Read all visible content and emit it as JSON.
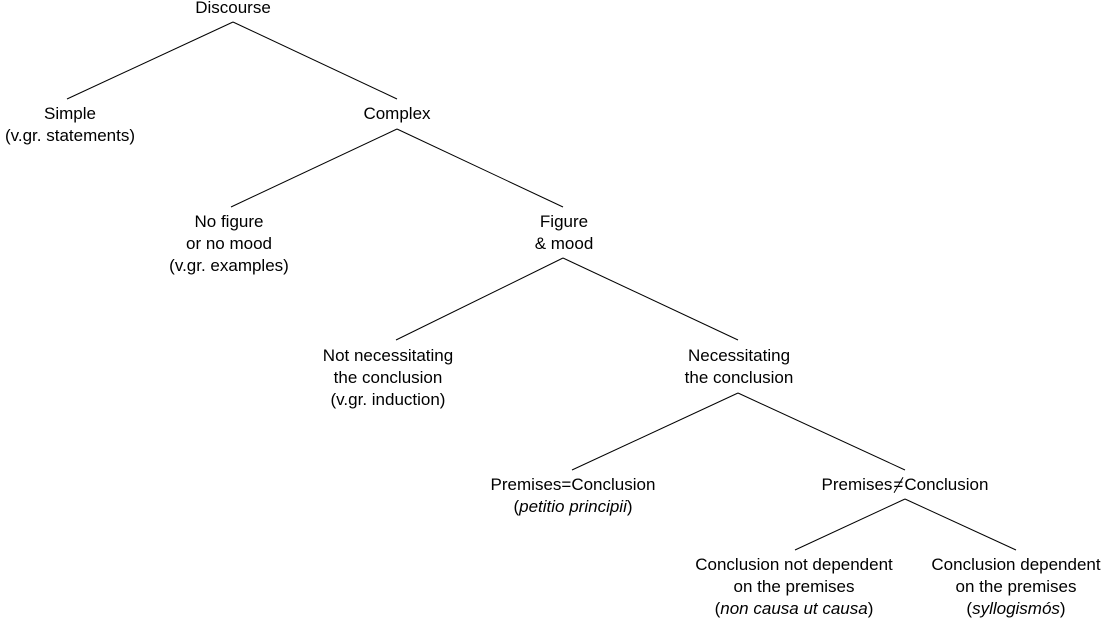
{
  "diagram": {
    "discourse": {
      "label": "Discourse"
    },
    "simple": {
      "label": "Simple",
      "note": "(v.gr. statements)"
    },
    "complex": {
      "label": "Complex"
    },
    "no_figure": {
      "line1": "No figure",
      "line2": "or no mood",
      "note": "(v.gr. examples)"
    },
    "figure_mood": {
      "line1": "Figure",
      "line2": "& mood"
    },
    "not_necessitating": {
      "line1": "Not necessitating",
      "line2": "the conclusion",
      "note": "(v.gr. induction)"
    },
    "necessitating": {
      "line1": "Necessitating",
      "line2": "the conclusion"
    },
    "premises_eq": {
      "label": "Premises=Conclusion",
      "note_open": "(",
      "note_term": "petitio principii",
      "note_close": ")"
    },
    "premises_neq": {
      "left": "Premises",
      "symbol": "=",
      "right": "Conclusion"
    },
    "not_dependent": {
      "line1": "Conclusion not dependent",
      "line2": "on the premises",
      "note_open": "(",
      "note_term": "non causa ut causa",
      "note_close": ")"
    },
    "dependent": {
      "line1": "Conclusion dependent",
      "line2": "on the premises",
      "note_open": "(",
      "note_term": "syllogismós",
      "note_close": ")"
    }
  }
}
